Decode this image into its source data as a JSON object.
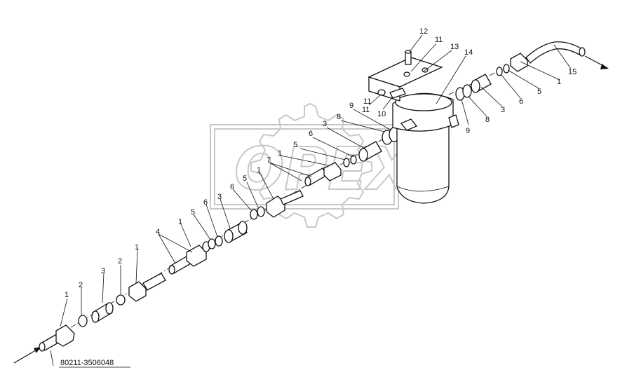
{
  "diagram": {
    "part_code": "80211-3506048",
    "watermark_text": "OPEX",
    "labels": {
      "l1a": "1",
      "l2a": "2",
      "l3a": "3",
      "l2b": "2",
      "l1b": "1",
      "l4": "4",
      "l1c": "1",
      "l5a": "5",
      "l6a": "6",
      "l3b": "3",
      "l6b": "6",
      "l5b": "5",
      "l1d": "1",
      "l7": "7",
      "l1e": "1",
      "l5c": "5",
      "l6c": "6",
      "l3c": "3",
      "l8a": "8",
      "l9a": "9",
      "l11a": "11",
      "l11b": "11",
      "l10": "10",
      "l12": "12",
      "l11c": "11",
      "l13": "13",
      "l14": "14",
      "l9b": "9",
      "l8b": "8",
      "l3d": "3",
      "l6d": "6",
      "l5d": "5",
      "l1f": "1",
      "l15": "15"
    }
  }
}
